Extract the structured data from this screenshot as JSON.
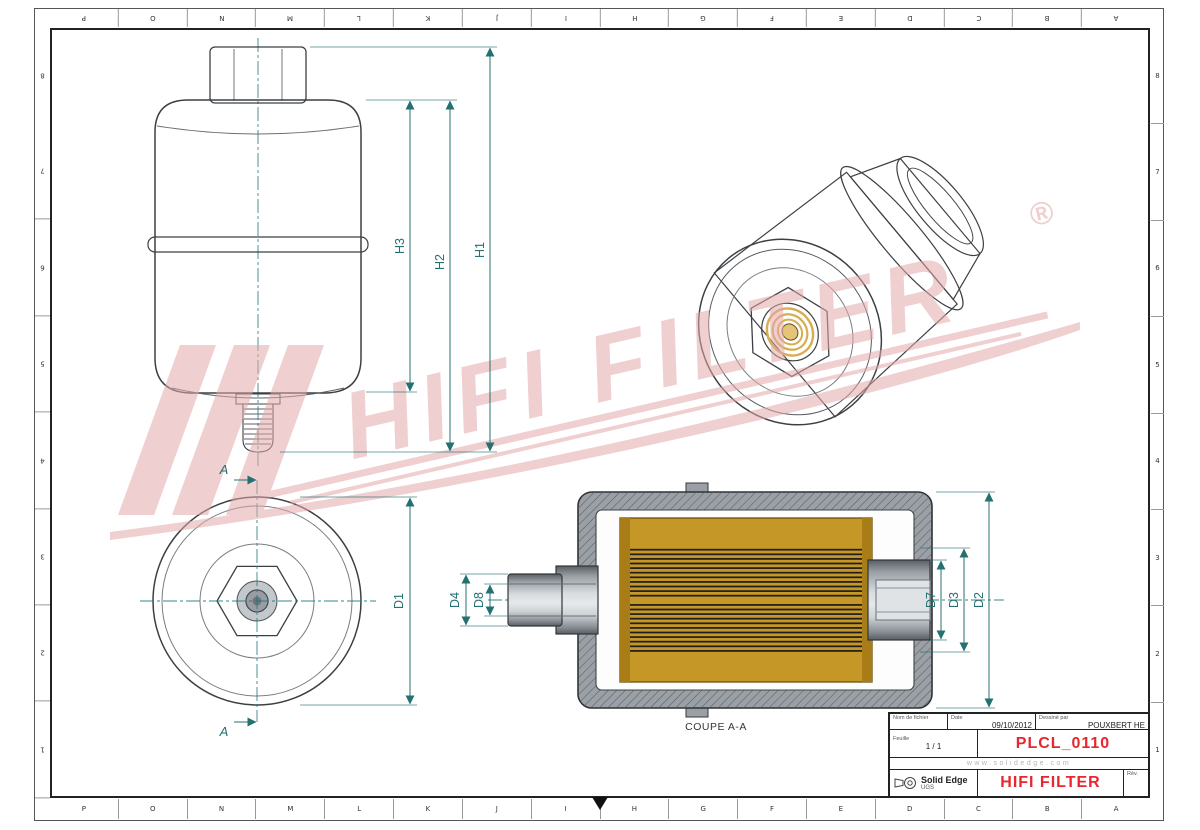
{
  "frame": {
    "columns": [
      "P",
      "O",
      "N",
      "M",
      "L",
      "K",
      "J",
      "I",
      "H",
      "G",
      "F",
      "E",
      "D",
      "C",
      "B",
      "A"
    ],
    "rows": [
      "8",
      "7",
      "6",
      "5",
      "4",
      "3",
      "2",
      "1"
    ]
  },
  "watermark": {
    "brand": "HIFI FILTER",
    "registered": "®"
  },
  "drawing": {
    "section_arrow_label": "A",
    "section_title": "COUPE A-A",
    "dims": {
      "h1": "H1",
      "h2": "H2",
      "h3": "H3",
      "d1": "D1",
      "d2": "D2",
      "d3": "D3",
      "d4": "D4",
      "d7": "D7",
      "d8": "D8"
    }
  },
  "title_block": {
    "file_label": "Nom de fichier",
    "date_label": "Date",
    "date": "09/10/2012",
    "drawn_label": "Dessiné par",
    "drawn_by": "POUXBERT HE",
    "sheet_label": "Feuille",
    "sheet": "1 / 1",
    "part_number": "PLCL_0110",
    "website": "www.solidedge.com",
    "cad_name": "Solid Edge",
    "cad_vendor": "UGS",
    "company": "HIFI FILTER",
    "rev_label": "Rév."
  }
}
